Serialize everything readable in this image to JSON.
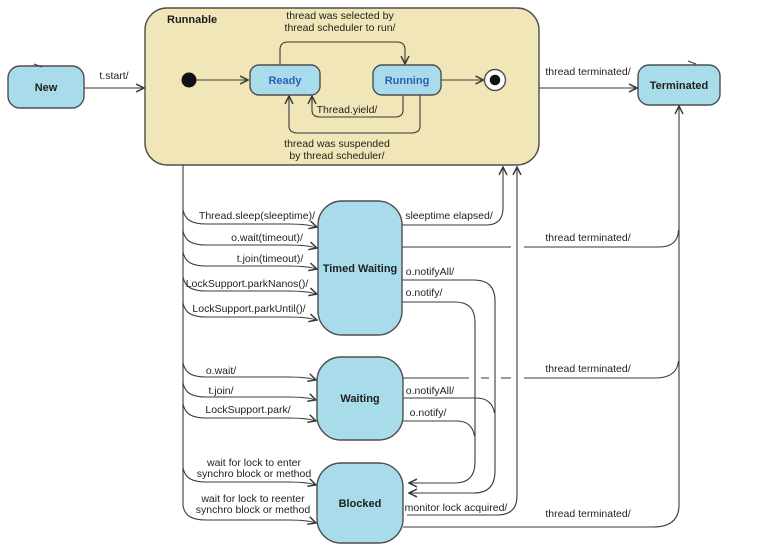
{
  "colors": {
    "state_fill": "#A8DCEA",
    "composite_fill": "#F0E6B8",
    "state_border": "#4E4E4E",
    "line": "#3A3A3A",
    "label_text": "#1F1F1F",
    "substate_text": "#2E5CB8",
    "final_dot": "#111111"
  },
  "states": {
    "new": "New",
    "runnable": "Runnable",
    "ready": "Ready",
    "running": "Running",
    "terminated": "Terminated",
    "timed_waiting": "Timed Waiting",
    "waiting": "Waiting",
    "blocked": "Blocked"
  },
  "transitions": {
    "t_start": "t.start/",
    "selected_1": "thread was selected by",
    "selected_2": "thread scheduler to run/",
    "yield": "Thread.yield/",
    "suspended_1": "thread was suspended",
    "suspended_2": "by thread scheduler/",
    "terminated_top": "thread terminated/",
    "sleep": "Thread.sleep(sleeptime)/",
    "wait_timeout": "o.wait(timeout)/",
    "join_timeout": "t.join(timeout)/",
    "park_nanos": "LockSupport.parkNanos()/",
    "park_until": "LockSupport.parkUntil()/",
    "sleeptime_elapsed": "sleeptime elapsed/",
    "tw_terminated": "thread terminated/",
    "tw_notify_all": "o.notifyAll/",
    "tw_notify": "o.notify/",
    "o_wait": "o.wait/",
    "t_join": "t.join/",
    "lock_park": "LockSupport.park/",
    "w_terminated": "thread terminated/",
    "w_notify_all": "o.notifyAll/",
    "w_notify": "o.notify/",
    "wait_enter_1": "wait for lock to enter",
    "wait_enter_2": "synchro block or method",
    "wait_reenter_1": "wait for lock to reenter",
    "wait_reenter_2": "synchro block or method",
    "monitor_lock": "monitor lock acquired/",
    "b_terminated": "thread terminated/"
  }
}
